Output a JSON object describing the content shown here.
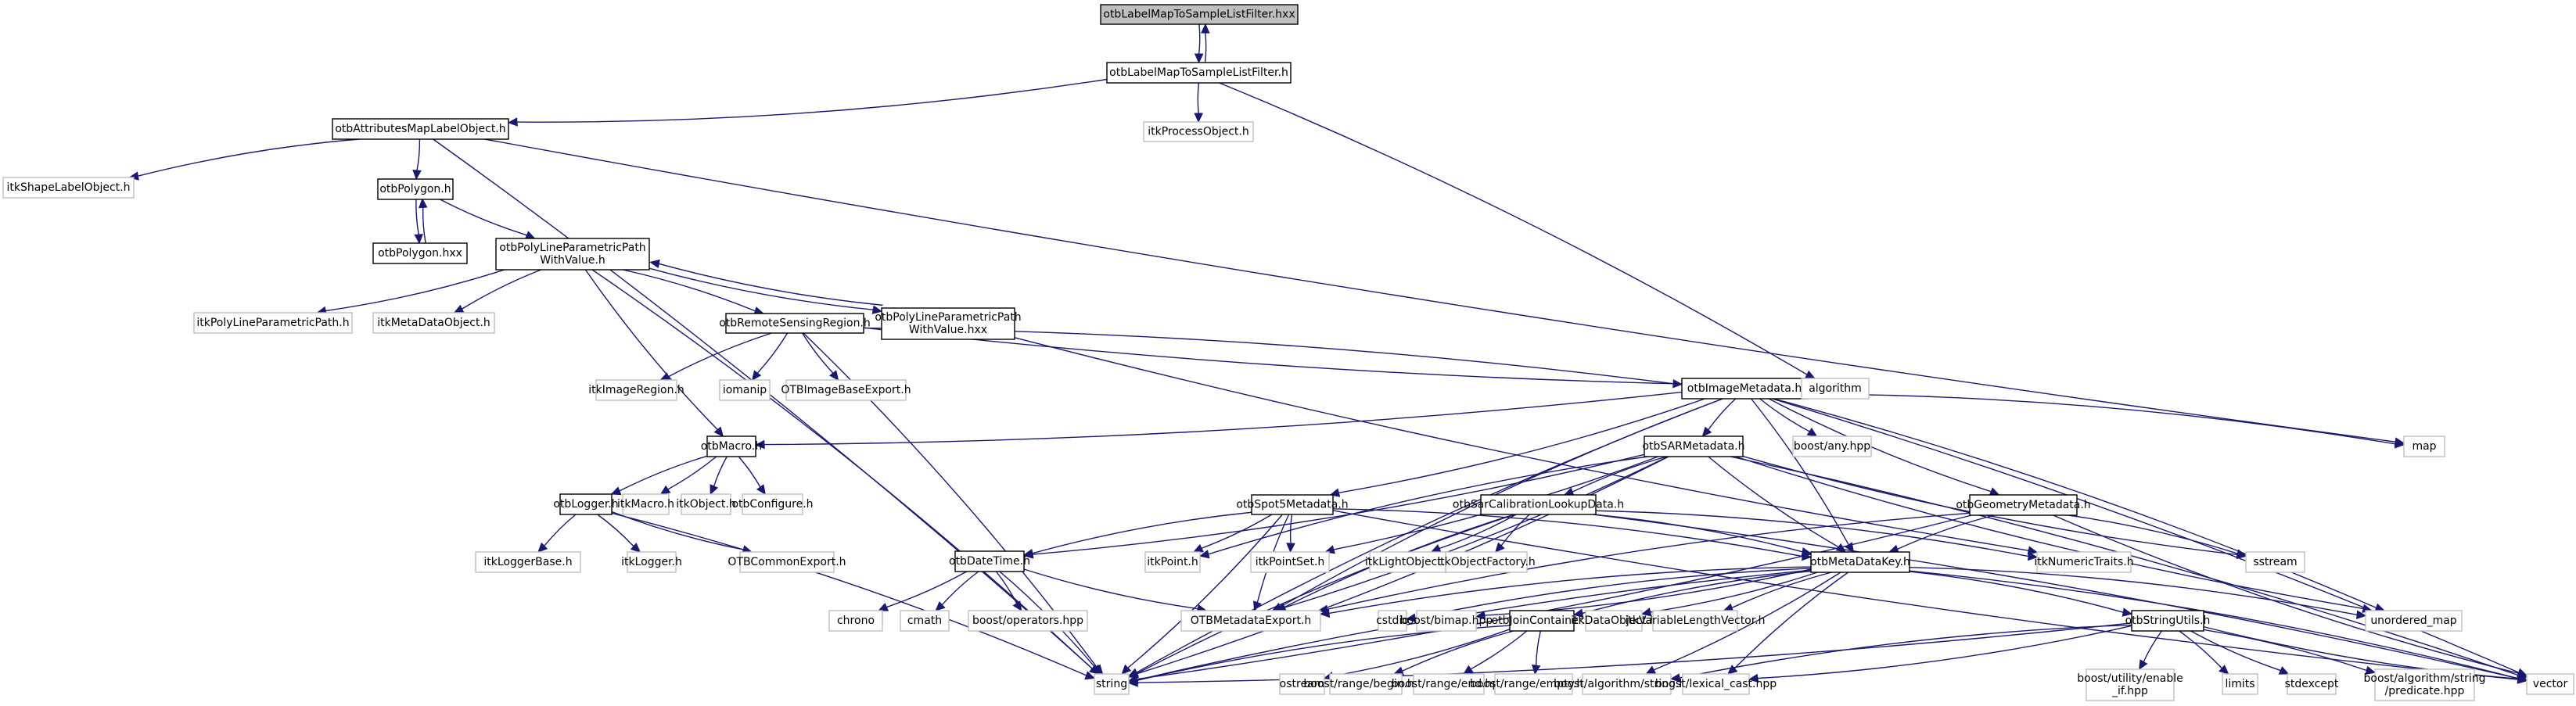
{
  "diagram": {
    "type": "include-dependency-graph",
    "colors": {
      "edge": "#191970",
      "root_fill": "#bfbfbf",
      "root_border": "#000000",
      "documented_border": "#000000",
      "external_border": "#bfbfbf"
    },
    "nodes": [
      {
        "id": "n0",
        "label": "otbLabelMapToSampleListFilter.hxx",
        "kind": "root"
      },
      {
        "id": "n1",
        "label": "otbLabelMapToSampleListFilter.h",
        "kind": "documented"
      },
      {
        "id": "n2",
        "label": "otbAttributesMapLabelObject.h",
        "kind": "documented"
      },
      {
        "id": "n3",
        "label": "itkProcessObject.h",
        "kind": "external"
      },
      {
        "id": "n4",
        "label": "itkShapeLabelObject.h",
        "kind": "external"
      },
      {
        "id": "n5",
        "label": "otbPolygon.h",
        "kind": "documented"
      },
      {
        "id": "n6",
        "label": "otbPolygon.hxx",
        "kind": "documented"
      },
      {
        "id": "n7",
        "label": "otbPolyLineParametricPath\nWithValue.h",
        "kind": "documented"
      },
      {
        "id": "n8",
        "label": "itkPolyLineParametricPath.h",
        "kind": "external"
      },
      {
        "id": "n9",
        "label": "itkMetaDataObject.h",
        "kind": "external"
      },
      {
        "id": "n10",
        "label": "otbRemoteSensingRegion.h",
        "kind": "documented"
      },
      {
        "id": "n11",
        "label": "otbPolyLineParametricPath\nWithValue.hxx",
        "kind": "documented"
      },
      {
        "id": "n12",
        "label": "itkImageRegion.h",
        "kind": "external"
      },
      {
        "id": "n13",
        "label": "iomanip",
        "kind": "external"
      },
      {
        "id": "n14",
        "label": "OTBImageBaseExport.h",
        "kind": "external"
      },
      {
        "id": "n15",
        "label": "otbImageMetadata.h",
        "kind": "documented"
      },
      {
        "id": "n16",
        "label": "algorithm",
        "kind": "external"
      },
      {
        "id": "n17",
        "label": "otbMacro.h",
        "kind": "documented"
      },
      {
        "id": "n18",
        "label": "boost/any.hpp",
        "kind": "external"
      },
      {
        "id": "n19",
        "label": "map",
        "kind": "external"
      },
      {
        "id": "n20",
        "label": "otbSARMetadata.h",
        "kind": "documented"
      },
      {
        "id": "n21",
        "label": "otbLogger.h",
        "kind": "documented"
      },
      {
        "id": "n22",
        "label": "itkMacro.h",
        "kind": "external"
      },
      {
        "id": "n23",
        "label": "itkObject.h",
        "kind": "external"
      },
      {
        "id": "n24",
        "label": "otbConfigure.h",
        "kind": "external"
      },
      {
        "id": "n25",
        "label": "otbSpot5Metadata.h",
        "kind": "documented"
      },
      {
        "id": "n26",
        "label": "otbSarCalibrationLookupData.h",
        "kind": "documented"
      },
      {
        "id": "n27",
        "label": "otbGeometryMetadata.h",
        "kind": "documented"
      },
      {
        "id": "n28",
        "label": "itkLoggerBase.h",
        "kind": "external"
      },
      {
        "id": "n29",
        "label": "itkLogger.h",
        "kind": "external"
      },
      {
        "id": "n30",
        "label": "OTBCommonExport.h",
        "kind": "external"
      },
      {
        "id": "n31",
        "label": "otbDateTime.h",
        "kind": "documented"
      },
      {
        "id": "n32",
        "label": "itkPoint.h",
        "kind": "external"
      },
      {
        "id": "n33",
        "label": "itkPointSet.h",
        "kind": "external"
      },
      {
        "id": "n34",
        "label": "itkLightObject.h",
        "kind": "external"
      },
      {
        "id": "n35",
        "label": "itkObjectFactory.h",
        "kind": "external"
      },
      {
        "id": "n36",
        "label": "otbMetaDataKey.h",
        "kind": "documented"
      },
      {
        "id": "n37",
        "label": "itkNumericTraits.h",
        "kind": "external"
      },
      {
        "id": "n38",
        "label": "sstream",
        "kind": "external"
      },
      {
        "id": "n39",
        "label": "chrono",
        "kind": "external"
      },
      {
        "id": "n40",
        "label": "cmath",
        "kind": "external"
      },
      {
        "id": "n41",
        "label": "boost/operators.hpp",
        "kind": "external"
      },
      {
        "id": "n42",
        "label": "OTBMetadataExport.h",
        "kind": "external"
      },
      {
        "id": "n43",
        "label": "cstdio",
        "kind": "external"
      },
      {
        "id": "n44",
        "label": "boost/bimap.hpp",
        "kind": "external"
      },
      {
        "id": "n45",
        "label": "otbJoinContainer.h",
        "kind": "documented"
      },
      {
        "id": "n46",
        "label": "itkDataObject.h",
        "kind": "external"
      },
      {
        "id": "n47",
        "label": "itkVariableLengthVector.h",
        "kind": "external"
      },
      {
        "id": "n48",
        "label": "otbStringUtils.h",
        "kind": "documented"
      },
      {
        "id": "n49",
        "label": "unordered_map",
        "kind": "external"
      },
      {
        "id": "n50",
        "label": "string",
        "kind": "external"
      },
      {
        "id": "n51",
        "label": "ostream",
        "kind": "external"
      },
      {
        "id": "n52",
        "label": "boost/range/begin.hpp",
        "kind": "external"
      },
      {
        "id": "n53",
        "label": "boost/range/end.hpp",
        "kind": "external"
      },
      {
        "id": "n54",
        "label": "boost/range/empty.hpp",
        "kind": "external"
      },
      {
        "id": "n55",
        "label": "boost/algorithm/string.hpp",
        "kind": "external"
      },
      {
        "id": "n56",
        "label": "boost/lexical_cast.hpp",
        "kind": "external"
      },
      {
        "id": "n57",
        "label": "boost/utility/enable\n_if.hpp",
        "kind": "external"
      },
      {
        "id": "n58",
        "label": "limits",
        "kind": "external"
      },
      {
        "id": "n59",
        "label": "stdexcept",
        "kind": "external"
      },
      {
        "id": "n60",
        "label": "boost/algorithm/string\n/predicate.hpp",
        "kind": "external"
      },
      {
        "id": "n61",
        "label": "vector",
        "kind": "external"
      }
    ],
    "edges": [
      [
        "n0",
        "n1"
      ],
      [
        "n1",
        "n0"
      ],
      [
        "n1",
        "n2"
      ],
      [
        "n1",
        "n3"
      ],
      [
        "n1",
        "n16"
      ],
      [
        "n2",
        "n4"
      ],
      [
        "n2",
        "n5"
      ],
      [
        "n2",
        "n19"
      ],
      [
        "n2",
        "n50"
      ],
      [
        "n5",
        "n6"
      ],
      [
        "n6",
        "n5"
      ],
      [
        "n5",
        "n7"
      ],
      [
        "n7",
        "n8"
      ],
      [
        "n7",
        "n9"
      ],
      [
        "n7",
        "n10"
      ],
      [
        "n7",
        "n11"
      ],
      [
        "n11",
        "n7"
      ],
      [
        "n7",
        "n17"
      ],
      [
        "n7",
        "n50"
      ],
      [
        "n10",
        "n12"
      ],
      [
        "n10",
        "n13"
      ],
      [
        "n10",
        "n14"
      ],
      [
        "n10",
        "n15"
      ],
      [
        "n10",
        "n16"
      ],
      [
        "n10",
        "n50"
      ],
      [
        "n11",
        "n37"
      ],
      [
        "n15",
        "n17"
      ],
      [
        "n15",
        "n18"
      ],
      [
        "n15",
        "n19"
      ],
      [
        "n15",
        "n20"
      ],
      [
        "n15",
        "n25"
      ],
      [
        "n15",
        "n27"
      ],
      [
        "n15",
        "n36"
      ],
      [
        "n15",
        "n42"
      ],
      [
        "n15",
        "n49"
      ],
      [
        "n15",
        "n50"
      ],
      [
        "n15",
        "n61"
      ],
      [
        "n17",
        "n21"
      ],
      [
        "n17",
        "n22"
      ],
      [
        "n17",
        "n23"
      ],
      [
        "n17",
        "n24"
      ],
      [
        "n21",
        "n28"
      ],
      [
        "n21",
        "n29"
      ],
      [
        "n21",
        "n30"
      ],
      [
        "n21",
        "n50"
      ],
      [
        "n20",
        "n26"
      ],
      [
        "n20",
        "n31"
      ],
      [
        "n20",
        "n32"
      ],
      [
        "n20",
        "n33"
      ],
      [
        "n20",
        "n36"
      ],
      [
        "n20",
        "n42"
      ],
      [
        "n20",
        "n49"
      ],
      [
        "n20",
        "n50"
      ],
      [
        "n20",
        "n38"
      ],
      [
        "n20",
        "n61"
      ],
      [
        "n25",
        "n31"
      ],
      [
        "n25",
        "n32"
      ],
      [
        "n25",
        "n33"
      ],
      [
        "n25",
        "n36"
      ],
      [
        "n25",
        "n42"
      ],
      [
        "n25",
        "n50"
      ],
      [
        "n25",
        "n61"
      ],
      [
        "n26",
        "n34"
      ],
      [
        "n26",
        "n35"
      ],
      [
        "n26",
        "n36"
      ],
      [
        "n26",
        "n42"
      ],
      [
        "n26",
        "n37"
      ],
      [
        "n26",
        "n50"
      ],
      [
        "n26",
        "n61"
      ],
      [
        "n27",
        "n36"
      ],
      [
        "n27",
        "n38"
      ],
      [
        "n27",
        "n42"
      ],
      [
        "n27",
        "n50"
      ],
      [
        "n27",
        "n61"
      ],
      [
        "n31",
        "n39"
      ],
      [
        "n31",
        "n40"
      ],
      [
        "n31",
        "n41"
      ],
      [
        "n31",
        "n42"
      ],
      [
        "n31",
        "n50"
      ],
      [
        "n36",
        "n43"
      ],
      [
        "n36",
        "n44"
      ],
      [
        "n36",
        "n45"
      ],
      [
        "n36",
        "n46"
      ],
      [
        "n36",
        "n47"
      ],
      [
        "n36",
        "n48"
      ],
      [
        "n36",
        "n42"
      ],
      [
        "n36",
        "n49"
      ],
      [
        "n36",
        "n50"
      ],
      [
        "n36",
        "n55"
      ],
      [
        "n36",
        "n56"
      ],
      [
        "n36",
        "n61"
      ],
      [
        "n45",
        "n50"
      ],
      [
        "n45",
        "n51"
      ],
      [
        "n45",
        "n52"
      ],
      [
        "n45",
        "n53"
      ],
      [
        "n45",
        "n54"
      ],
      [
        "n48",
        "n50"
      ],
      [
        "n48",
        "n55"
      ],
      [
        "n48",
        "n56"
      ],
      [
        "n48",
        "n57"
      ],
      [
        "n48",
        "n58"
      ],
      [
        "n48",
        "n59"
      ],
      [
        "n48",
        "n60"
      ],
      [
        "n48",
        "n61"
      ]
    ]
  }
}
